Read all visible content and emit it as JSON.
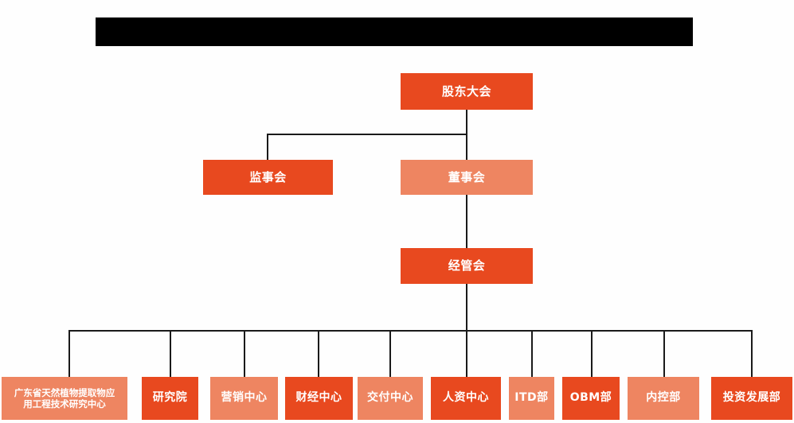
{
  "chart_data": {
    "type": "diagram",
    "title": "",
    "diagram_kind": "organization-chart",
    "colors": {
      "dark_orange": "#e8491f",
      "light_salmon": "#ee8561",
      "connector": "#1a1a1a",
      "redaction": "#000000",
      "background": "#fefefe",
      "text": "#ffffff"
    },
    "levels": [
      {
        "level": 1,
        "nodes": [
          "股东大会"
        ]
      },
      {
        "level": 2,
        "nodes": [
          "监事会",
          "董事会"
        ]
      },
      {
        "level": 3,
        "nodes": [
          "经管会"
        ]
      },
      {
        "level": 4,
        "nodes": [
          "广东省天然植物提取物应用工程技术研究中心",
          "研究院",
          "营销中心",
          "财经中心",
          "交付中心",
          "人资中心",
          "ITD部",
          "OBM部",
          "内控部",
          "投资发展部"
        ]
      }
    ]
  },
  "header": {
    "redacted_title": ""
  },
  "nodes": {
    "shareholders_meeting": {
      "label": "股东大会",
      "tone": "dark"
    },
    "board_of_supervisors": {
      "label": "监事会",
      "tone": "dark"
    },
    "board_of_directors": {
      "label": "董事会",
      "tone": "light"
    },
    "management_committee": {
      "label": "经管会",
      "tone": "dark"
    }
  },
  "departments": [
    {
      "line1": "广东省天然植物提取物应",
      "line2": "用工程技术研究中心",
      "tone": "light"
    },
    {
      "label": "研究院",
      "tone": "dark"
    },
    {
      "label": "营销中心",
      "tone": "light"
    },
    {
      "label": "财经中心",
      "tone": "dark"
    },
    {
      "label": "交付中心",
      "tone": "light"
    },
    {
      "label": "人资中心",
      "tone": "dark"
    },
    {
      "label": "ITD部",
      "tone": "light"
    },
    {
      "label": "OBM部",
      "tone": "dark"
    },
    {
      "label": "内控部",
      "tone": "light"
    },
    {
      "label": "投资发展部",
      "tone": "dark"
    }
  ]
}
